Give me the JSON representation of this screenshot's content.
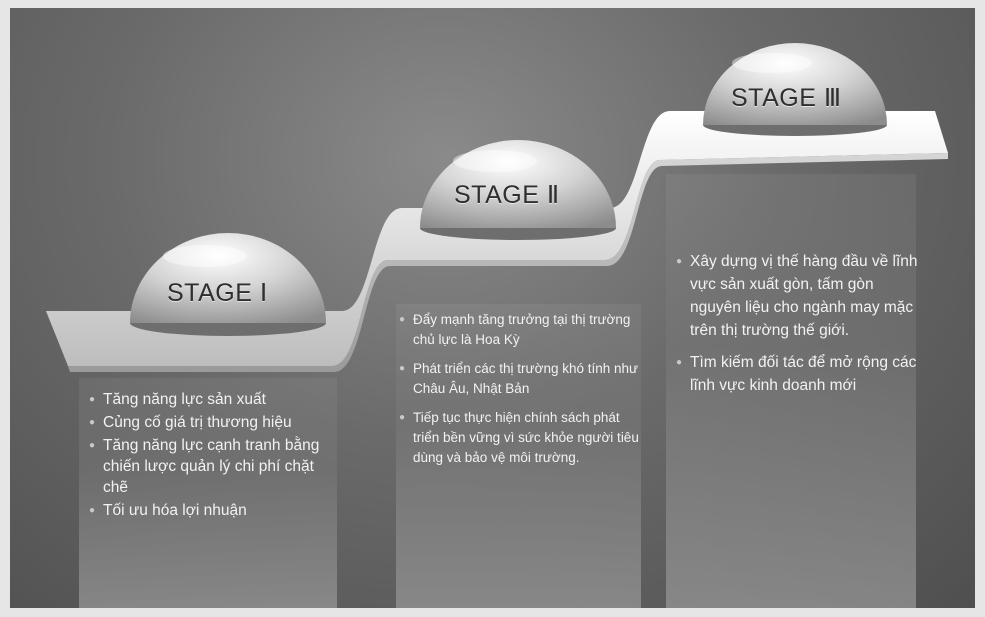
{
  "stages": [
    {
      "label": "STAGE Ⅰ",
      "items": [
        "Tăng năng lực sản xuất",
        "Củng cố giá trị thương hiệu",
        "Tăng năng lực cạnh tranh  bằng chiến lược quản lý chi phí chặt chẽ",
        "Tối ưu hóa lợi nhuận"
      ]
    },
    {
      "label": "STAGE Ⅱ",
      "items": [
        "Đẩy mạnh tăng trưởng tại thị trường chủ lực là Hoa Kỳ",
        "Phát triển các thị trường khó tính như Châu Âu, Nhật Bản",
        "Tiếp tục thực hiện chính sách phát triển bền vững vì sức khỏe người tiêu dùng và bảo vệ môi trường."
      ]
    },
    {
      "label": "STAGE Ⅲ",
      "items": [
        "Xây dựng vị thế hàng đầu về lĩnh vực sản xuất gòn, tấm gòn nguyên liệu cho ngành may mặc trên thị trường thế giới.",
        "Tìm kiếm đối tác để mở rộng các lĩnh vực kinh doanh mới"
      ]
    }
  ],
  "colors": {
    "background": "#5e5e5e",
    "stair": "#e8e8e8",
    "text": "#f2f2f2",
    "dome_label": "#2f2f2f"
  }
}
